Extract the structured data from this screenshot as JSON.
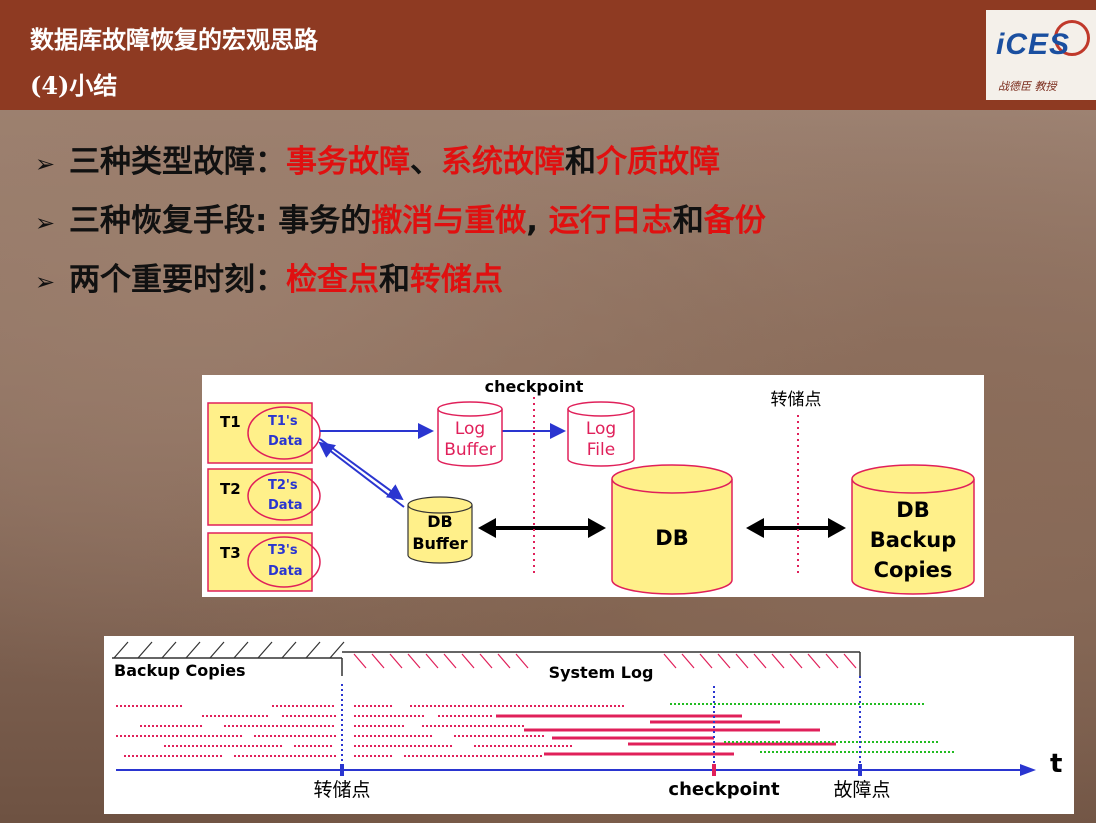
{
  "header": {
    "title": "数据库故障恢复的宏观思路",
    "subtitle": "(4)小结",
    "logo_text": "iCES",
    "logo_caption": "战德臣 教授"
  },
  "bullets": [
    {
      "mark": "➢",
      "parts": [
        {
          "text": "三种类型故障：",
          "red": false
        },
        {
          "text": "事务故障",
          "red": true
        },
        {
          "text": "、",
          "red": false
        },
        {
          "text": "系统故障",
          "red": true
        },
        {
          "text": "和",
          "red": false
        },
        {
          "text": "介质故障",
          "red": true
        }
      ]
    },
    {
      "mark": "➢",
      "parts": [
        {
          "text": "三种恢复手段: 事务的",
          "red": false
        },
        {
          "text": "撤消与重做",
          "red": true
        },
        {
          "text": ", ",
          "red": false
        },
        {
          "text": "运行日志",
          "red": true
        },
        {
          "text": "和",
          "red": false
        },
        {
          "text": "备份",
          "red": true
        }
      ]
    },
    {
      "mark": "➢",
      "parts": [
        {
          "text": "两个重要时刻：",
          "red": false
        },
        {
          "text": "检查点",
          "red": true
        },
        {
          "text": "和",
          "red": false
        },
        {
          "text": "转储点",
          "red": true
        }
      ]
    }
  ],
  "diagram1": {
    "checkpoint_label": "checkpoint",
    "dump_label": "转储点",
    "transactions": [
      {
        "id": "T1",
        "data": [
          "T1's",
          "Data"
        ]
      },
      {
        "id": "T2",
        "data": [
          "T2's",
          "Data"
        ]
      },
      {
        "id": "T3",
        "data": [
          "T3's",
          "Data"
        ]
      }
    ],
    "log_buffer": [
      "Log",
      "Buffer"
    ],
    "log_file": [
      "Log",
      "File"
    ],
    "db_buffer": [
      "DB",
      "Buffer"
    ],
    "db": "DB",
    "db_backup": [
      "DB",
      "Backup",
      "Copies"
    ]
  },
  "diagram2": {
    "backup_label": "Backup Copies",
    "log_label": "System Log",
    "axis_label": "t",
    "dump_label": "转储点",
    "checkpoint_label": "checkpoint",
    "failure_label": "故障点"
  },
  "colors": {
    "header_bg": "#8e3a22",
    "accent_red": "#e01010",
    "pink": "#e8205a",
    "cylinder_fill": "#fff08a",
    "cylinder_stroke": "#e0205a",
    "axis_blue": "#2a35d0",
    "green": "#22bb22",
    "tx_fill": "#fff08a"
  }
}
